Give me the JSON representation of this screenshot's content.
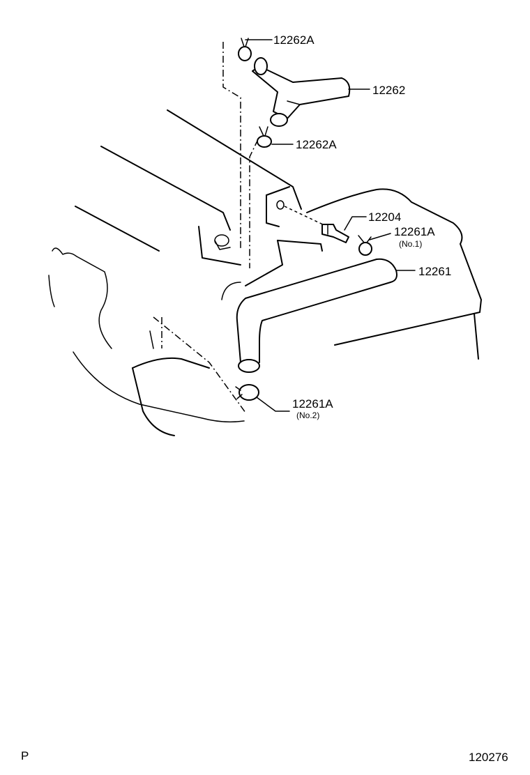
{
  "callouts": [
    {
      "id": "c1",
      "code": "12262A",
      "sub": ""
    },
    {
      "id": "c2",
      "code": "12262",
      "sub": ""
    },
    {
      "id": "c3",
      "code": "12262A",
      "sub": ""
    },
    {
      "id": "c4",
      "code": "12204",
      "sub": ""
    },
    {
      "id": "c5",
      "code": "12261A",
      "sub": "(No.1)"
    },
    {
      "id": "c6",
      "code": "12261",
      "sub": ""
    },
    {
      "id": "c7",
      "code": "12261A",
      "sub": "(No.2)"
    }
  ],
  "footer": {
    "left": "P",
    "right": "120276"
  }
}
